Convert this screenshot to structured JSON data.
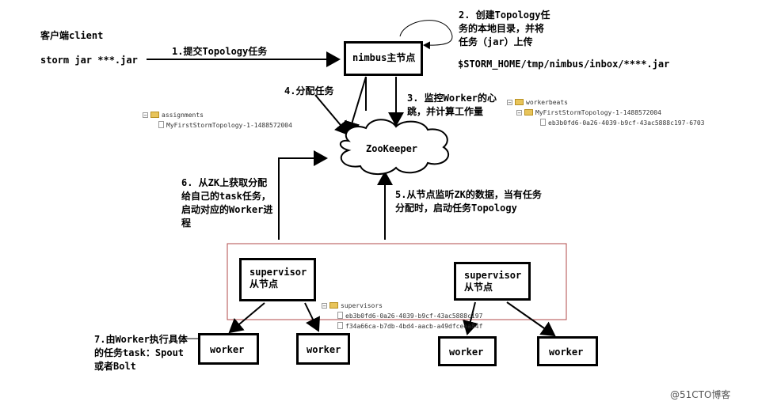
{
  "client": {
    "title": "客户端client",
    "command": "storm jar ***.jar"
  },
  "nimbus": {
    "label": "nimbus主节点"
  },
  "zookeeper": {
    "label": "ZooKeeper"
  },
  "supervisors_nodes": [
    {
      "line1": "supervisor",
      "line2": "从节点"
    },
    {
      "line1": "supervisor",
      "line2": "从节点"
    }
  ],
  "workers": [
    "worker",
    "worker",
    "worker",
    "worker"
  ],
  "steps": {
    "s1": "1.提交Topology任务",
    "s2": [
      "2. 创建Topology任",
      "务的本地目录，并将",
      "任务（jar）上传"
    ],
    "s2_path": "$STORM_HOME/tmp/nimbus/inbox/****.jar",
    "s3": [
      "3. 监控Worker的心",
      "跳，并计算工作量"
    ],
    "s4": "4.分配任务",
    "s5": [
      "5.从节点监听ZK的数据，当有任务",
      "分配时，启动任务Topology"
    ],
    "s6": [
      "6. 从ZK上获取分配",
      "给自己的task任务，",
      "启动对应的Worker进",
      "程"
    ],
    "s7": [
      "7.由Worker执行具体",
      "的任务task：Spout",
      "或者Bolt"
    ]
  },
  "trees": {
    "assignments": {
      "root": "assignments",
      "children": [
        "MyFirstStormTopology-1-1488572004"
      ]
    },
    "workerbeats": {
      "root": "workerbeats",
      "child": "MyFirstStormTopology-1-1488572004",
      "leaf": "eb3b0fd6-0a26-4039-b9cf-43ac5888c197-6703"
    },
    "supervisors": {
      "root": "supervisors",
      "children": [
        "eb3b0fd6-0a26-4039-b9cf-43ac5888c197",
        "f34a66ca-b7db-4bd4-aacb-a49dfceea84f"
      ]
    }
  },
  "watermark": "@51CTO博客"
}
